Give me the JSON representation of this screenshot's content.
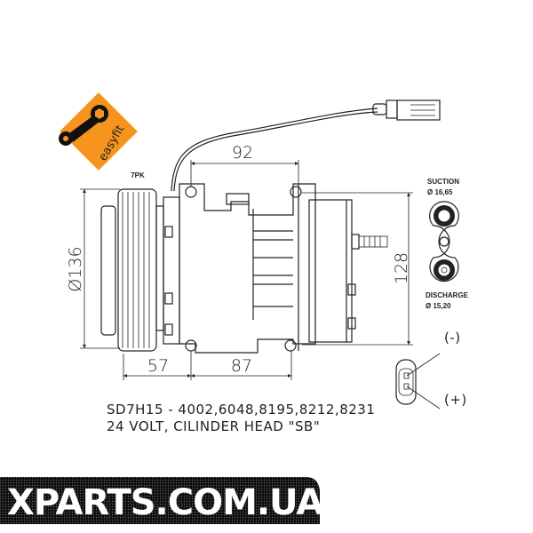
{
  "logo": {
    "text": "easyfit",
    "color": "#f7941d"
  },
  "dimensions": {
    "top_width": "92",
    "pulley_diameter": "Ø136",
    "height": "128",
    "pulley_offset": "57",
    "mount_spacing": "87"
  },
  "pulley_label": "7PK",
  "ports": {
    "suction_label": "SUCTION",
    "suction_size": "Ø 16,65",
    "discharge_label": "DISCHARGE",
    "discharge_size": "Ø 15,20"
  },
  "connector": {
    "minus": "(-)",
    "plus": "(+)"
  },
  "caption": {
    "line1": "SD7H15 - 4002,6048,8195,8212,8231",
    "line2": "24 VOLT, CILINDER HEAD \"SB\""
  },
  "watermark": {
    "text": "XPARTS.COM.UA",
    "color": "#1a1a1a"
  }
}
